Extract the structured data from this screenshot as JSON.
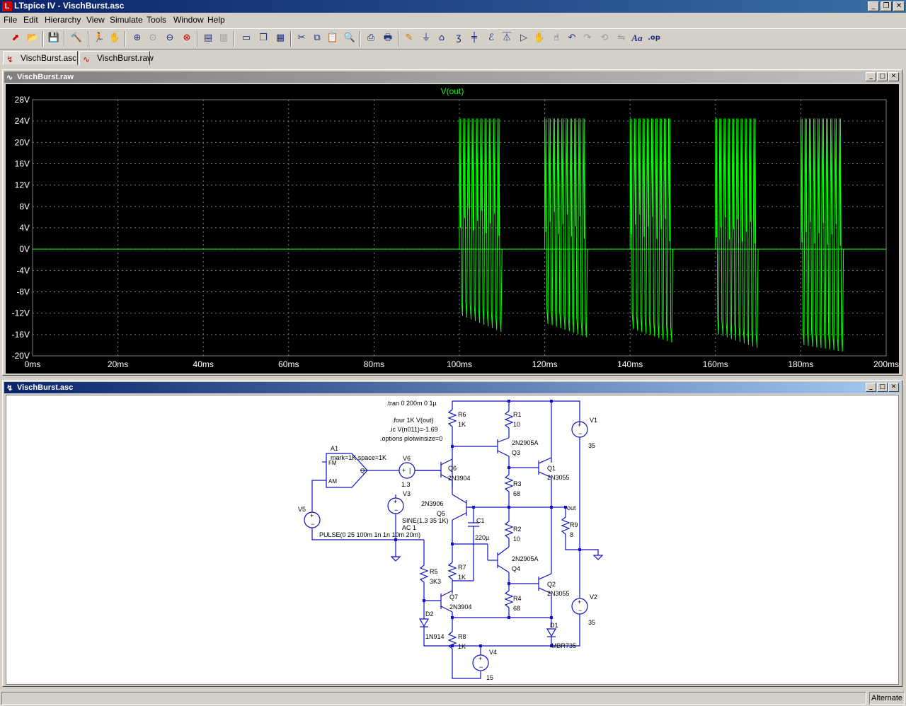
{
  "app": {
    "title": "LTspice IV - VischBurst.asc",
    "icon": "ltspice-icon"
  },
  "menu": [
    "File",
    "Edit",
    "Hierarchy",
    "View",
    "Simulate",
    "Tools",
    "Window",
    "Help"
  ],
  "toolbar": {
    "icons": [
      "new-schematic-icon",
      "open-icon",
      "save-icon",
      "control-panel-icon",
      "run-icon",
      "halt-icon",
      "zoom-in-icon",
      "zoom-pan-icon",
      "zoom-out-icon",
      "zoom-fit-icon",
      "autorange-icon",
      "autorange-alt-icon",
      "tile-h-icon",
      "cascade-icon",
      "tile-v-icon",
      "cut-icon",
      "copy-icon",
      "paste-icon",
      "find-icon",
      "print-setup-icon",
      "print-icon",
      "wire-icon",
      "ground-icon",
      "label-icon",
      "resistor-icon",
      "capacitor-icon",
      "inductor-icon",
      "diode-icon",
      "component-icon",
      "move-icon",
      "drag-icon",
      "undo-icon",
      "redo-icon",
      "rotate-icon",
      "mirror-icon",
      "text-icon",
      "spice-directive-icon"
    ]
  },
  "tabs": [
    {
      "label": "VischBurst.asc",
      "icon": "schematic-icon"
    },
    {
      "label": "VischBurst.raw",
      "icon": "waveform-icon"
    }
  ],
  "waveform_window": {
    "title": "VischBurst.raw",
    "trace_label": "V(out)",
    "trace_color": "#00ff00"
  },
  "chart_data": {
    "type": "line",
    "title": "V(out)",
    "xlabel": "",
    "ylabel": "",
    "xlim": [
      0,
      200
    ],
    "ylim": [
      -20,
      28
    ],
    "x_ticks": [
      "0ms",
      "20ms",
      "40ms",
      "60ms",
      "80ms",
      "100ms",
      "120ms",
      "140ms",
      "160ms",
      "180ms",
      "200ms"
    ],
    "y_ticks": [
      "28V",
      "24V",
      "20V",
      "16V",
      "12V",
      "8V",
      "4V",
      "0V",
      "-4V",
      "-8V",
      "-12V",
      "-16V",
      "-20V"
    ],
    "grid": true,
    "series": [
      {
        "name": "V(out)",
        "bursts": [
          {
            "start_ms": 100,
            "end_ms": 110,
            "high_v": 24.5,
            "low_start_v": -12.5,
            "low_end_v": -15.5
          },
          {
            "start_ms": 120,
            "end_ms": 130,
            "high_v": 24.5,
            "low_start_v": -14,
            "low_end_v": -16.5
          },
          {
            "start_ms": 140,
            "end_ms": 150,
            "high_v": 24.5,
            "low_start_v": -15,
            "low_end_v": -17.5
          },
          {
            "start_ms": 160,
            "end_ms": 170,
            "high_v": 24.5,
            "low_start_v": -16,
            "low_end_v": -18.5
          },
          {
            "start_ms": 180,
            "end_ms": 190,
            "high_v": 24.5,
            "low_start_v": -18,
            "low_end_v": -19.2
          }
        ],
        "cycles_per_burst": 10,
        "baseline_v": 0
      }
    ]
  },
  "schematic_window": {
    "title": "VischBurst.asc",
    "directives": [
      ".tran 0 200m 0 1µ",
      ".four 1K V(out)",
      ".ic V(n011)=-1.69",
      ".options plotwinsize=0"
    ],
    "components": {
      "A1": {
        "name": "A1",
        "pins": [
          "FM",
          "AM",
          "Q"
        ],
        "params": "mark=1K space=1K"
      },
      "V6": {
        "name": "V6",
        "value": "1.3"
      },
      "V3": {
        "name": "V3",
        "value": "SINE(1.3 35 1K)",
        "ac": "AC 1"
      },
      "V5": {
        "name": "V5",
        "value": "PULSE(0 25 100m 1n 1n 10m 20m)"
      },
      "R6": {
        "name": "R6",
        "value": "1K"
      },
      "R1": {
        "name": "R1",
        "value": "10"
      },
      "R3": {
        "name": "R3",
        "value": "68"
      },
      "R2": {
        "name": "R2",
        "value": "10"
      },
      "R4": {
        "name": "R4",
        "value": "68"
      },
      "R5": {
        "name": "R5",
        "value": "3K3"
      },
      "R7": {
        "name": "R7",
        "value": "1K"
      },
      "R8": {
        "name": "R8",
        "value": "1K"
      },
      "R9": {
        "name": "R9",
        "value": "8"
      },
      "C1": {
        "name": "C1",
        "value": "220µ"
      },
      "Q1": {
        "name": "Q1",
        "model": "2N3055"
      },
      "Q2": {
        "name": "Q2",
        "model": "2N3055"
      },
      "Q3": {
        "name": "Q3",
        "model": "2N2905A"
      },
      "Q4": {
        "name": "Q4",
        "model": "2N2905A"
      },
      "Q5": {
        "name": "Q5",
        "model": "2N3906"
      },
      "Q6": {
        "name": "Q6",
        "model": "2N3904"
      },
      "Q7": {
        "name": "Q7",
        "model": "2N3904"
      },
      "D1": {
        "name": "D1",
        "model": "MBR735"
      },
      "D2": {
        "name": "D2",
        "model": "1N914"
      },
      "V1": {
        "name": "V1",
        "value": "35"
      },
      "V2": {
        "name": "V2",
        "value": "35"
      },
      "V4": {
        "name": "V4",
        "value": "15"
      },
      "out": {
        "label": "out"
      }
    }
  },
  "status": {
    "message": "",
    "mode": "Alternate"
  }
}
